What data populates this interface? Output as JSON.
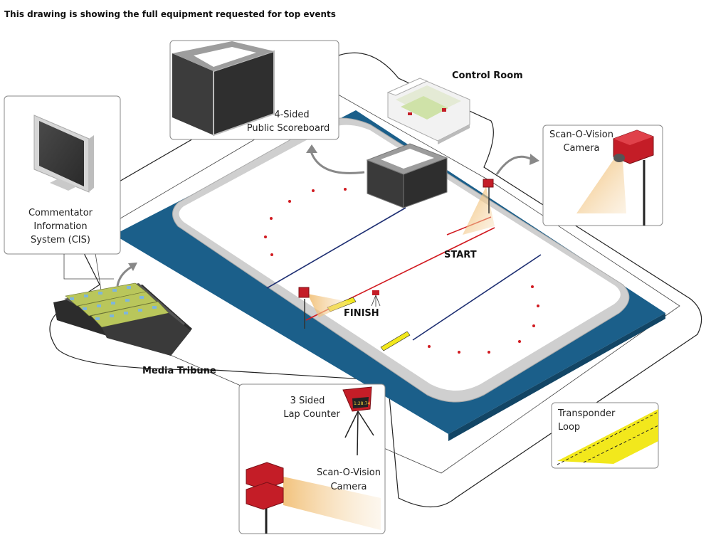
{
  "heading": "This drawing is showing the full equipment requested for top events",
  "labels": {
    "control_room": "Control Room",
    "scoreboard_line1": "4-Sided",
    "scoreboard_line2": "Public Scoreboard",
    "camera_top_line1": "Scan-O-Vision",
    "camera_top_line2": "Camera",
    "cis_line1": "Commentator",
    "cis_line2": "Information",
    "cis_line3": "System (CIS)",
    "start": "START",
    "finish": "FINISH",
    "media_tribune": "Media Tribune",
    "lap_counter_line1": "3 Sided",
    "lap_counter_line2": "Lap Counter",
    "camera_bottom_line1": "Scan-O-Vision",
    "camera_bottom_line2": "Camera",
    "transponder_line1": "Transponder",
    "transponder_line2": "Loop",
    "lap_display": "1:28:74"
  },
  "colors": {
    "ice": "#ffffff",
    "pool": "#1b5f8a",
    "board": "#d4d4d4",
    "equipment_red": "#c41d27",
    "blue_line": "#1d2e72",
    "red_line": "#d11a20",
    "transponder_yellow": "#f2e81c",
    "beam": "#f3c98e"
  }
}
